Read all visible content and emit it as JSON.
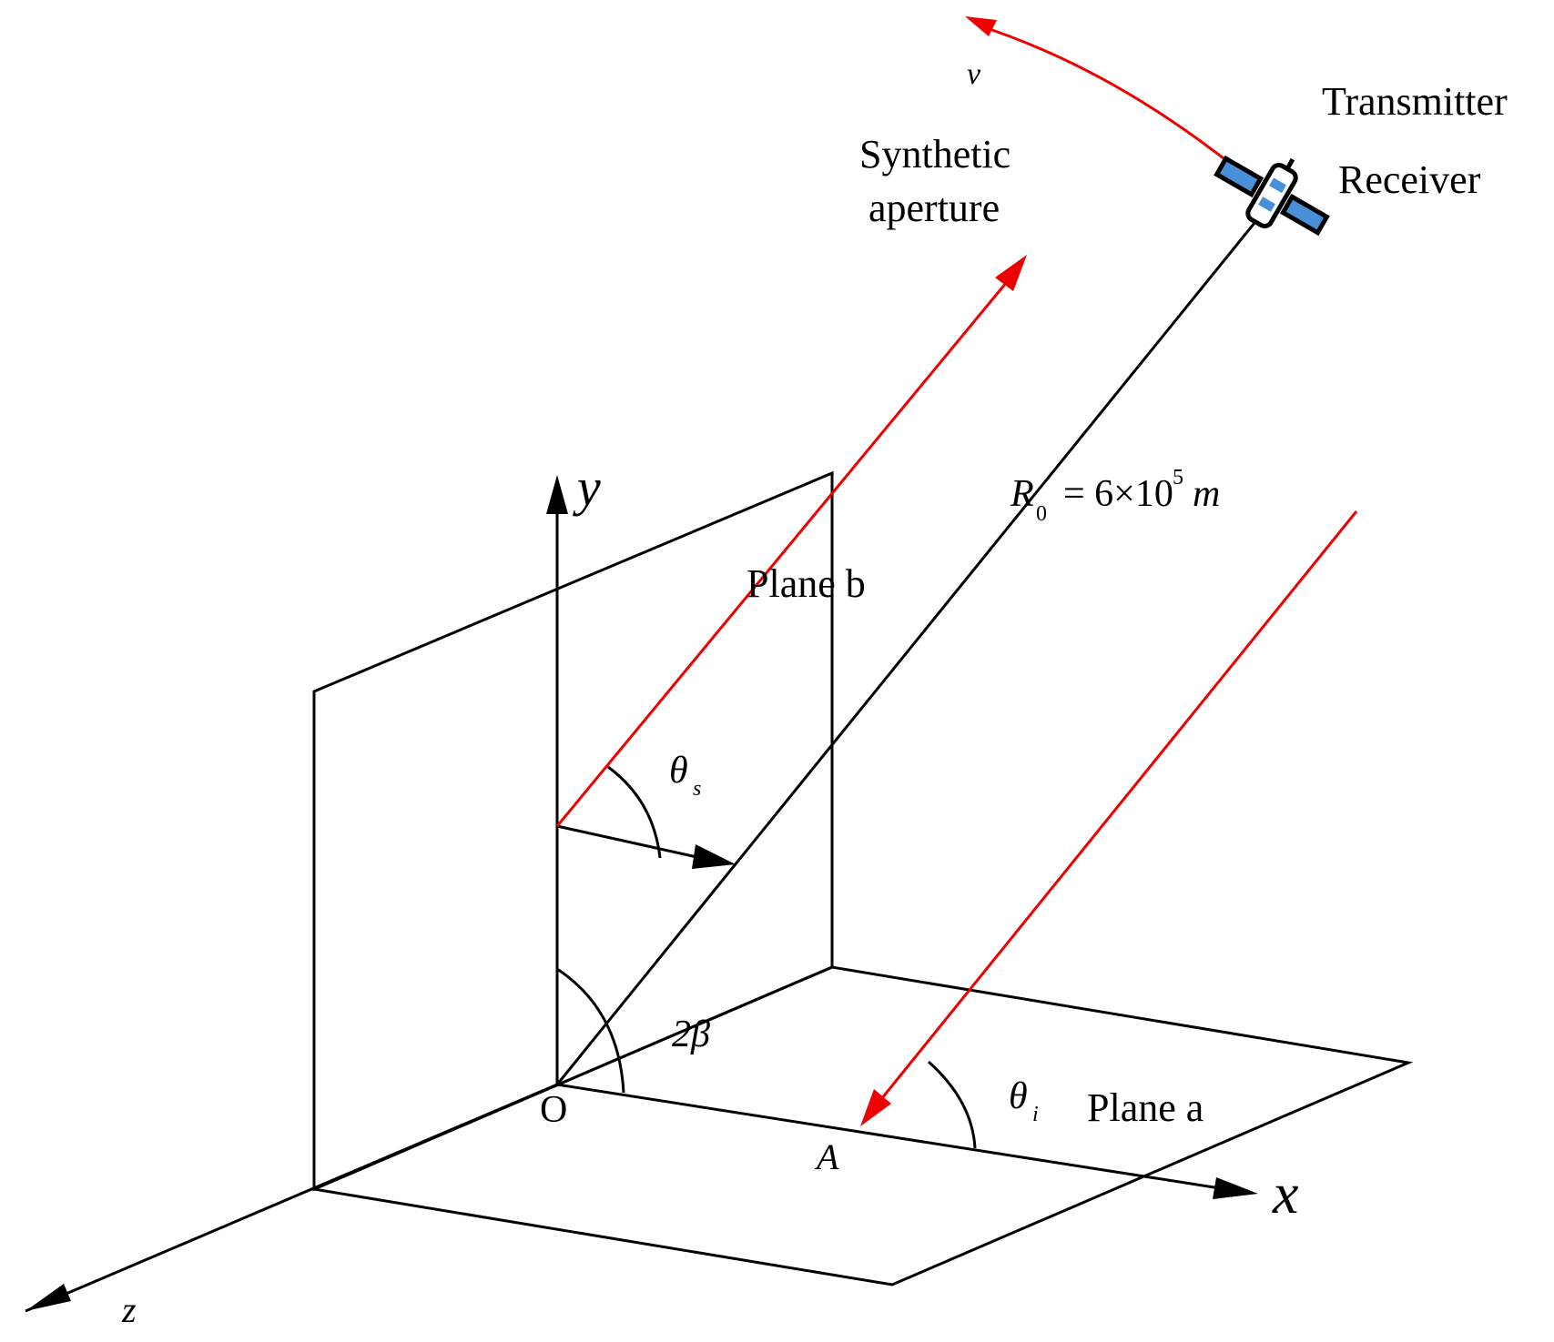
{
  "labels": {
    "v": "v",
    "transmitter": "Transmitter",
    "receiver": "Receiver",
    "synthetic": "Synthetic",
    "aperture": "aperture",
    "y_axis": "y",
    "r0_symbol": "R",
    "r0_subscript": "0",
    "r0_equals": "= 6×10",
    "r0_exponent": "5",
    "r0_unit": "m",
    "plane_b": "Plane b",
    "theta": "θ",
    "theta_s_subscript": "s",
    "two_beta": "2β",
    "origin": "O",
    "theta_i_subscript": "i",
    "plane_a": "Plane a",
    "point_a": "A",
    "x_axis": "x",
    "z_axis": "z"
  },
  "colors": {
    "axes": "#000000",
    "rays": "#ee0000",
    "satellite_body": "#ffffff",
    "satellite_panel": "#4a90d9"
  },
  "icons": {
    "satellite": "satellite-icon"
  }
}
